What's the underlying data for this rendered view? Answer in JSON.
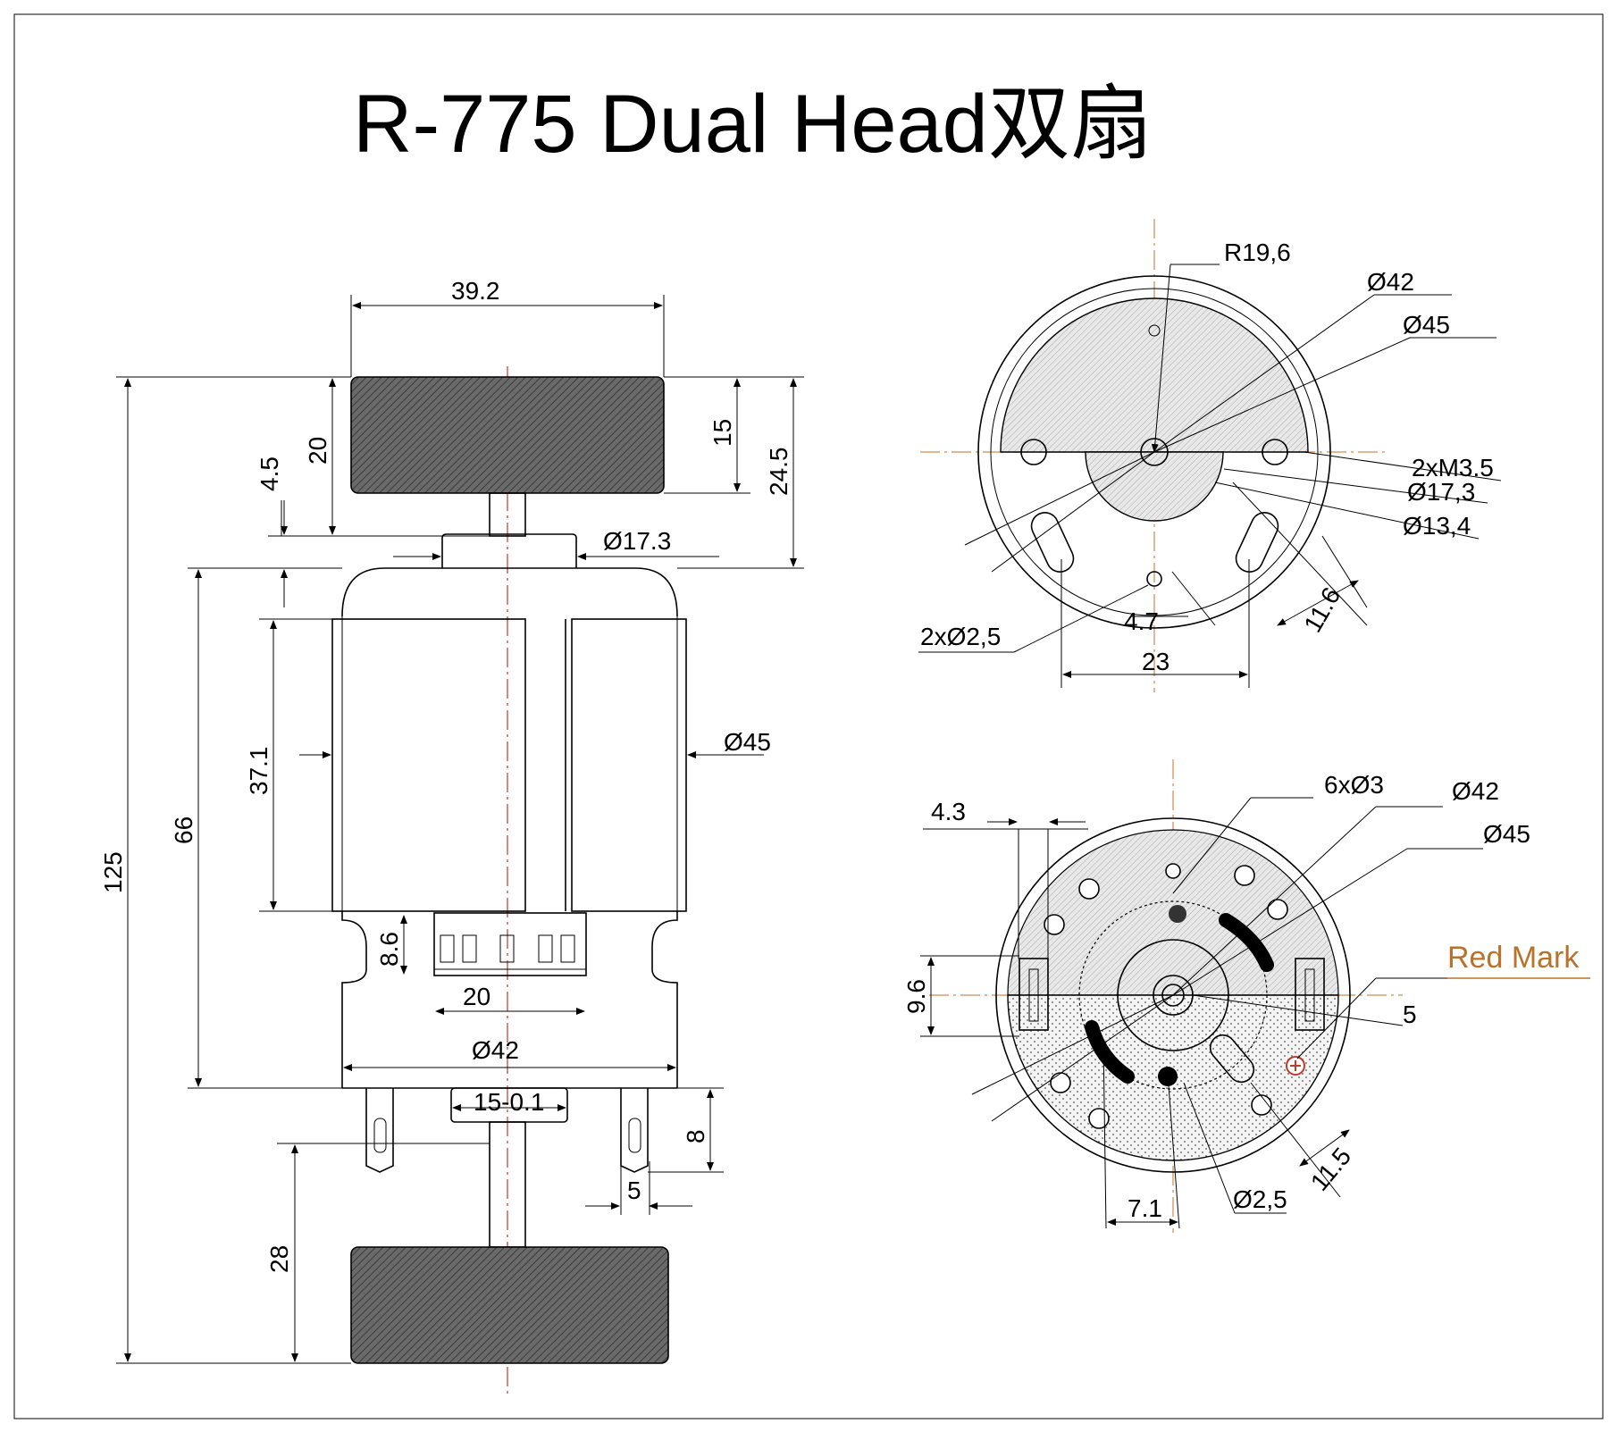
{
  "title": "R-775 Dual Head双扇",
  "side_view": {
    "fan_width": "39.2",
    "fan_height": "20",
    "fan_inner": "15",
    "fan_to_body": "24.5",
    "gap": "4.5",
    "boss_dia": "Ø17.3",
    "total_length": "125",
    "body_length": "66",
    "magnet_length": "37.1",
    "body_dia": "Ø45",
    "brush_height": "8.6",
    "brush_width": "20",
    "endcap_dia": "Ø42",
    "shaft_boss": "15-0.1",
    "terminal_height": "8",
    "terminal_width": "5",
    "bottom_fan_height": "28"
  },
  "front_view": {
    "radius": "R19,6",
    "dia_42": "Ø42",
    "dia_45": "Ø45",
    "screw": "2xM3.5",
    "dia_17": "Ø17,3",
    "dia_13": "Ø13,4",
    "holes": "2xØ2,5",
    "slot_spacing": "4.7",
    "width_23": "23",
    "slot_11": "11.6"
  },
  "rear_view": {
    "vents": "6xØ3",
    "dia_42": "Ø42",
    "dia_45": "Ø45",
    "red_mark": "Red Mark",
    "offset_4_3": "4.3",
    "height_9_6": "9.6",
    "dim_5": "5",
    "dim_7_1": "7.1",
    "hole": "Ø2,5",
    "dim_11_5": "11.5"
  },
  "colors": {
    "line": "#000000",
    "centerline": "#c0392b",
    "red_mark": "#b8722c"
  }
}
